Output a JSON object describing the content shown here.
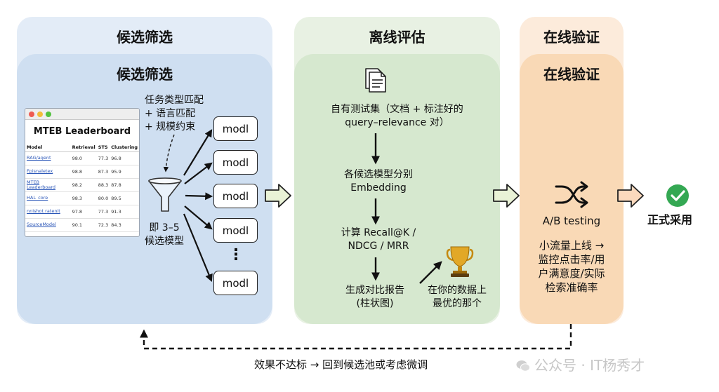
{
  "stage1": {
    "title": "候选筛选",
    "subtitle": "候选筛选",
    "criteria": [
      "任务类型匹配",
      "+ 语言匹配",
      "+ 规模约束"
    ],
    "leaderboard": {
      "title": "MTEB Leaderboard",
      "headers": [
        "Model",
        "Retrieval",
        "STS",
        "Clustering"
      ],
      "rows": [
        [
          "RAG/agent",
          "98.0",
          "77.3",
          "96.8"
        ],
        [
          "Fpisnaletex",
          "98.8",
          "87.3",
          "95.9"
        ],
        [
          "MTEB Leaderboard",
          "98.2",
          "88.3",
          "87.8"
        ],
        [
          "HAL_core",
          "98.3",
          "80.0",
          "89.5"
        ],
        [
          "nnishot ratenit",
          "97.8",
          "77.3",
          "91.3"
        ],
        [
          "SourceModel",
          "90.1",
          "72.3",
          "84.3"
        ]
      ]
    },
    "funnel_caption": [
      "即 3–5",
      "候选模型"
    ],
    "models": [
      "modl",
      "modl",
      "modl",
      "modl",
      "modl"
    ],
    "ellipsis": "⋮"
  },
  "stage2": {
    "title": "离线评估",
    "subtitle": "离线评估",
    "steps": [
      [
        "自有测试集（文档 + 标注好的",
        "query–relevance 对）"
      ],
      [
        "各候选模型分别",
        "Embedding"
      ],
      [
        "计算 Recall@K /",
        "NDCG / MRR"
      ],
      [
        "生成对比报告",
        "(柱状图)"
      ]
    ],
    "best": [
      "在你的数据上",
      "最优的那个"
    ]
  },
  "stage3": {
    "title": "在线验证",
    "subtitle": "在线验证",
    "method": "A/B testing",
    "details": [
      "小流量上线 →",
      "监控点击率/用",
      "户满意度/实际",
      "检索准确率"
    ]
  },
  "final": {
    "label": "正式采用"
  },
  "feedback": {
    "label": "效果不达标 → 回到候选池或考虑微调"
  },
  "watermark": "公众号 · IT杨秀才",
  "colors": {
    "stage1": "#cfdff1",
    "stage2": "#d6e8cf",
    "stage3": "#f9d9b6",
    "check": "#34a853",
    "trophy": "#d49a1c"
  }
}
